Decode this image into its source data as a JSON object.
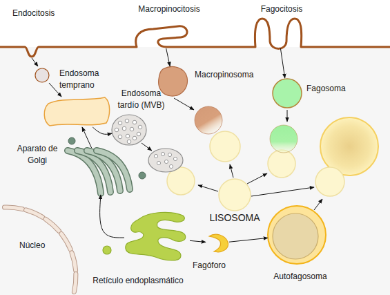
{
  "diagram": {
    "nodes": [
      {
        "text": [
          "Endocitosis"
        ]
      },
      {
        "text": [
          "Macropinocitosis"
        ]
      },
      {
        "text": [
          "Fagocitosis"
        ]
      },
      {
        "text": [
          "Endosoma temprano"
        ]
      },
      {
        "text": [
          "Endosoma tardío (MVB)"
        ]
      },
      {
        "text": [
          "Macropinosoma"
        ]
      },
      {
        "text": [
          "Fagosoma"
        ]
      },
      {
        "text": [
          "Aparato de Golgi"
        ]
      },
      {
        "text": [
          "LISOSOMA"
        ]
      },
      {
        "text": [
          "Núcleo"
        ]
      },
      {
        "text": [
          "Fagóforo"
        ]
      },
      {
        "text": [
          "Autofagosoma"
        ]
      },
      {
        "text": [
          "Retículo endoplasmático"
        ]
      }
    ],
    "edges": [
      {
        "from": 0,
        "to": 3,
        "arrow": "to"
      },
      {
        "from": 3,
        "to": 4,
        "arrow": "to"
      },
      {
        "from": 7,
        "to": 3,
        "arrow": "to"
      },
      {
        "from": 1,
        "to": 5,
        "arrow": "to"
      },
      {
        "from": 2,
        "to": 6,
        "arrow": "to"
      },
      {
        "from": 12,
        "to": 7,
        "arrow": "to"
      },
      {
        "from": 12,
        "to": 10,
        "arrow": "to"
      },
      {
        "from": 10,
        "to": 11,
        "arrow": "to"
      }
    ]
  }
}
